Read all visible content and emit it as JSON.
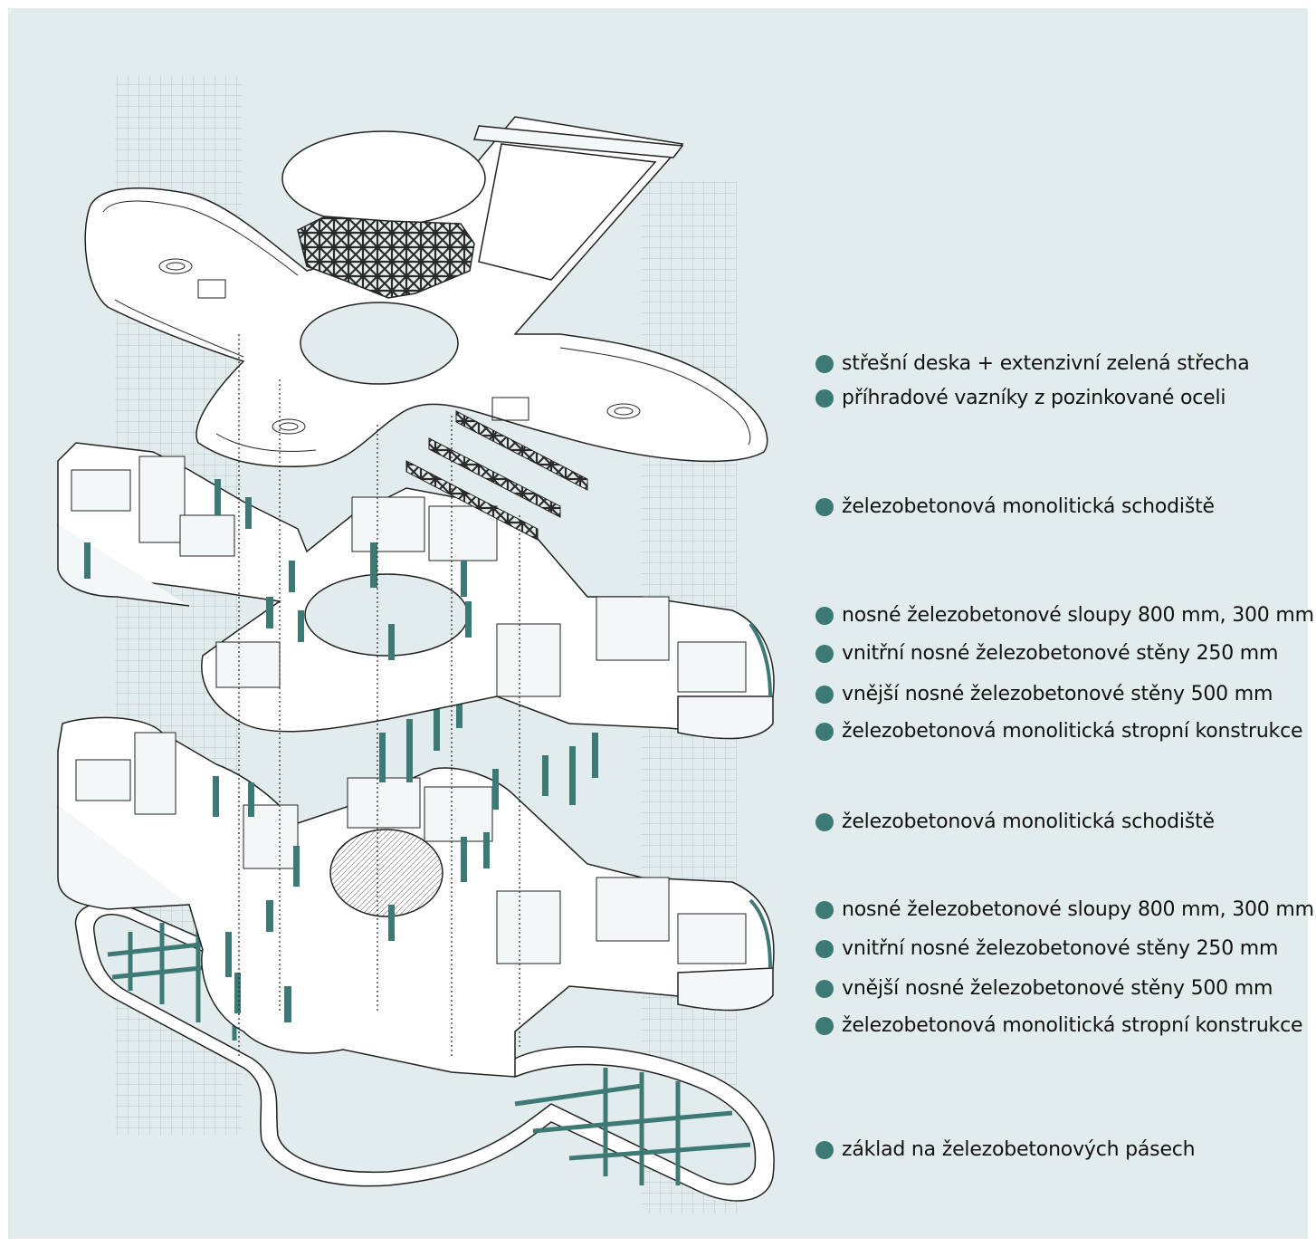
{
  "diagram": {
    "accent_color": "#3d7a75",
    "background_color": "#e3ecec",
    "grid_color": "#b9c8c8",
    "legend": [
      {
        "label": "střešní deska + extenzivní zelená střecha"
      },
      {
        "label": "příhradové vazníky z pozinkované oceli"
      },
      {
        "label": "železobetonová monolitická schodiště"
      },
      {
        "label": "nosné železobetonové sloupy 800 mm, 300 mm"
      },
      {
        "label": "vnitřní nosné železobetonové stěny 250 mm"
      },
      {
        "label": "vnější nosné železobetonové stěny 500 mm"
      },
      {
        "label": "železobetonová monolitická stropní konstrukce"
      },
      {
        "label": "železobetonová monolitická schodiště"
      },
      {
        "label": "nosné železobetonové sloupy 800 mm, 300 mm"
      },
      {
        "label": "vnitřní nosné železobetonové stěny 250 mm"
      },
      {
        "label": "vnější nosné železobetonové stěny 500 mm"
      },
      {
        "label": "železobetonová monolitická stropní konstrukce"
      },
      {
        "label": "základ na železobetonových pásech"
      }
    ]
  }
}
